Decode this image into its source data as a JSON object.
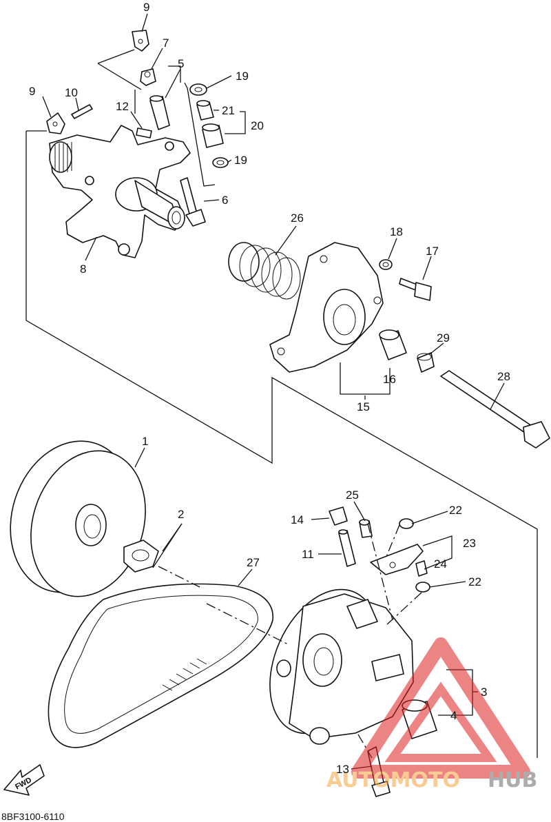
{
  "diagram_code": "8BF3100-6110",
  "fwd_label": "FWD",
  "watermark": {
    "word1": "AUTOMOTO",
    "word2": "HUB",
    "color1": "#f5a43b",
    "color2": "#8a8a8a",
    "triangle_color": "#e02020"
  },
  "callouts": [
    "1",
    "2",
    "3",
    "4",
    "5",
    "6",
    "7",
    "8",
    "9",
    "9",
    "10",
    "11",
    "12",
    "13",
    "14",
    "15",
    "16",
    "17",
    "18",
    "19",
    "19",
    "20",
    "21",
    "22",
    "22",
    "23",
    "24",
    "25",
    "26",
    "27",
    "28",
    "29"
  ]
}
